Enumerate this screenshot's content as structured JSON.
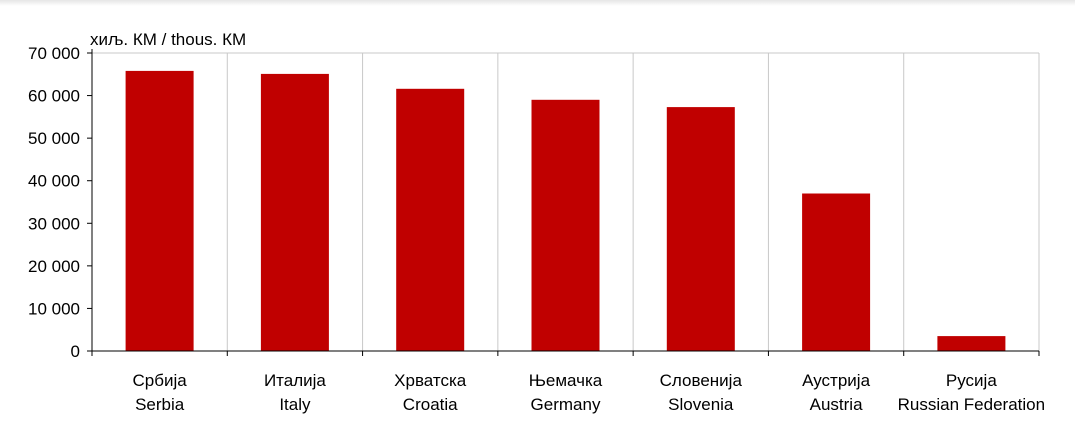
{
  "chart_data": {
    "type": "bar",
    "unit_label": "хиљ. КМ / thous. КМ",
    "categories": [
      {
        "local": "Србија",
        "english": "Serbia"
      },
      {
        "local": "Италија",
        "english": "Italy"
      },
      {
        "local": "Хрватска",
        "english": "Croatia"
      },
      {
        "local": "Њемачка",
        "english": "Germany"
      },
      {
        "local": "Словенија",
        "english": "Slovenia"
      },
      {
        "local": "Аустрија",
        "english": "Austria"
      },
      {
        "local": "Русија",
        "english": "Russian Federation"
      }
    ],
    "values": [
      65800,
      65100,
      61600,
      59000,
      57300,
      37000,
      3500
    ],
    "ylim": [
      0,
      70000
    ],
    "y_ticks": [
      0,
      10000,
      20000,
      30000,
      40000,
      50000,
      60000,
      70000
    ],
    "y_tick_labels": [
      "0",
      "10 000",
      "20 000",
      "30 000",
      "40 000",
      "50 000",
      "60 000",
      "70 000"
    ],
    "grid": "vertical-separators",
    "bar_color": "#c00000"
  }
}
